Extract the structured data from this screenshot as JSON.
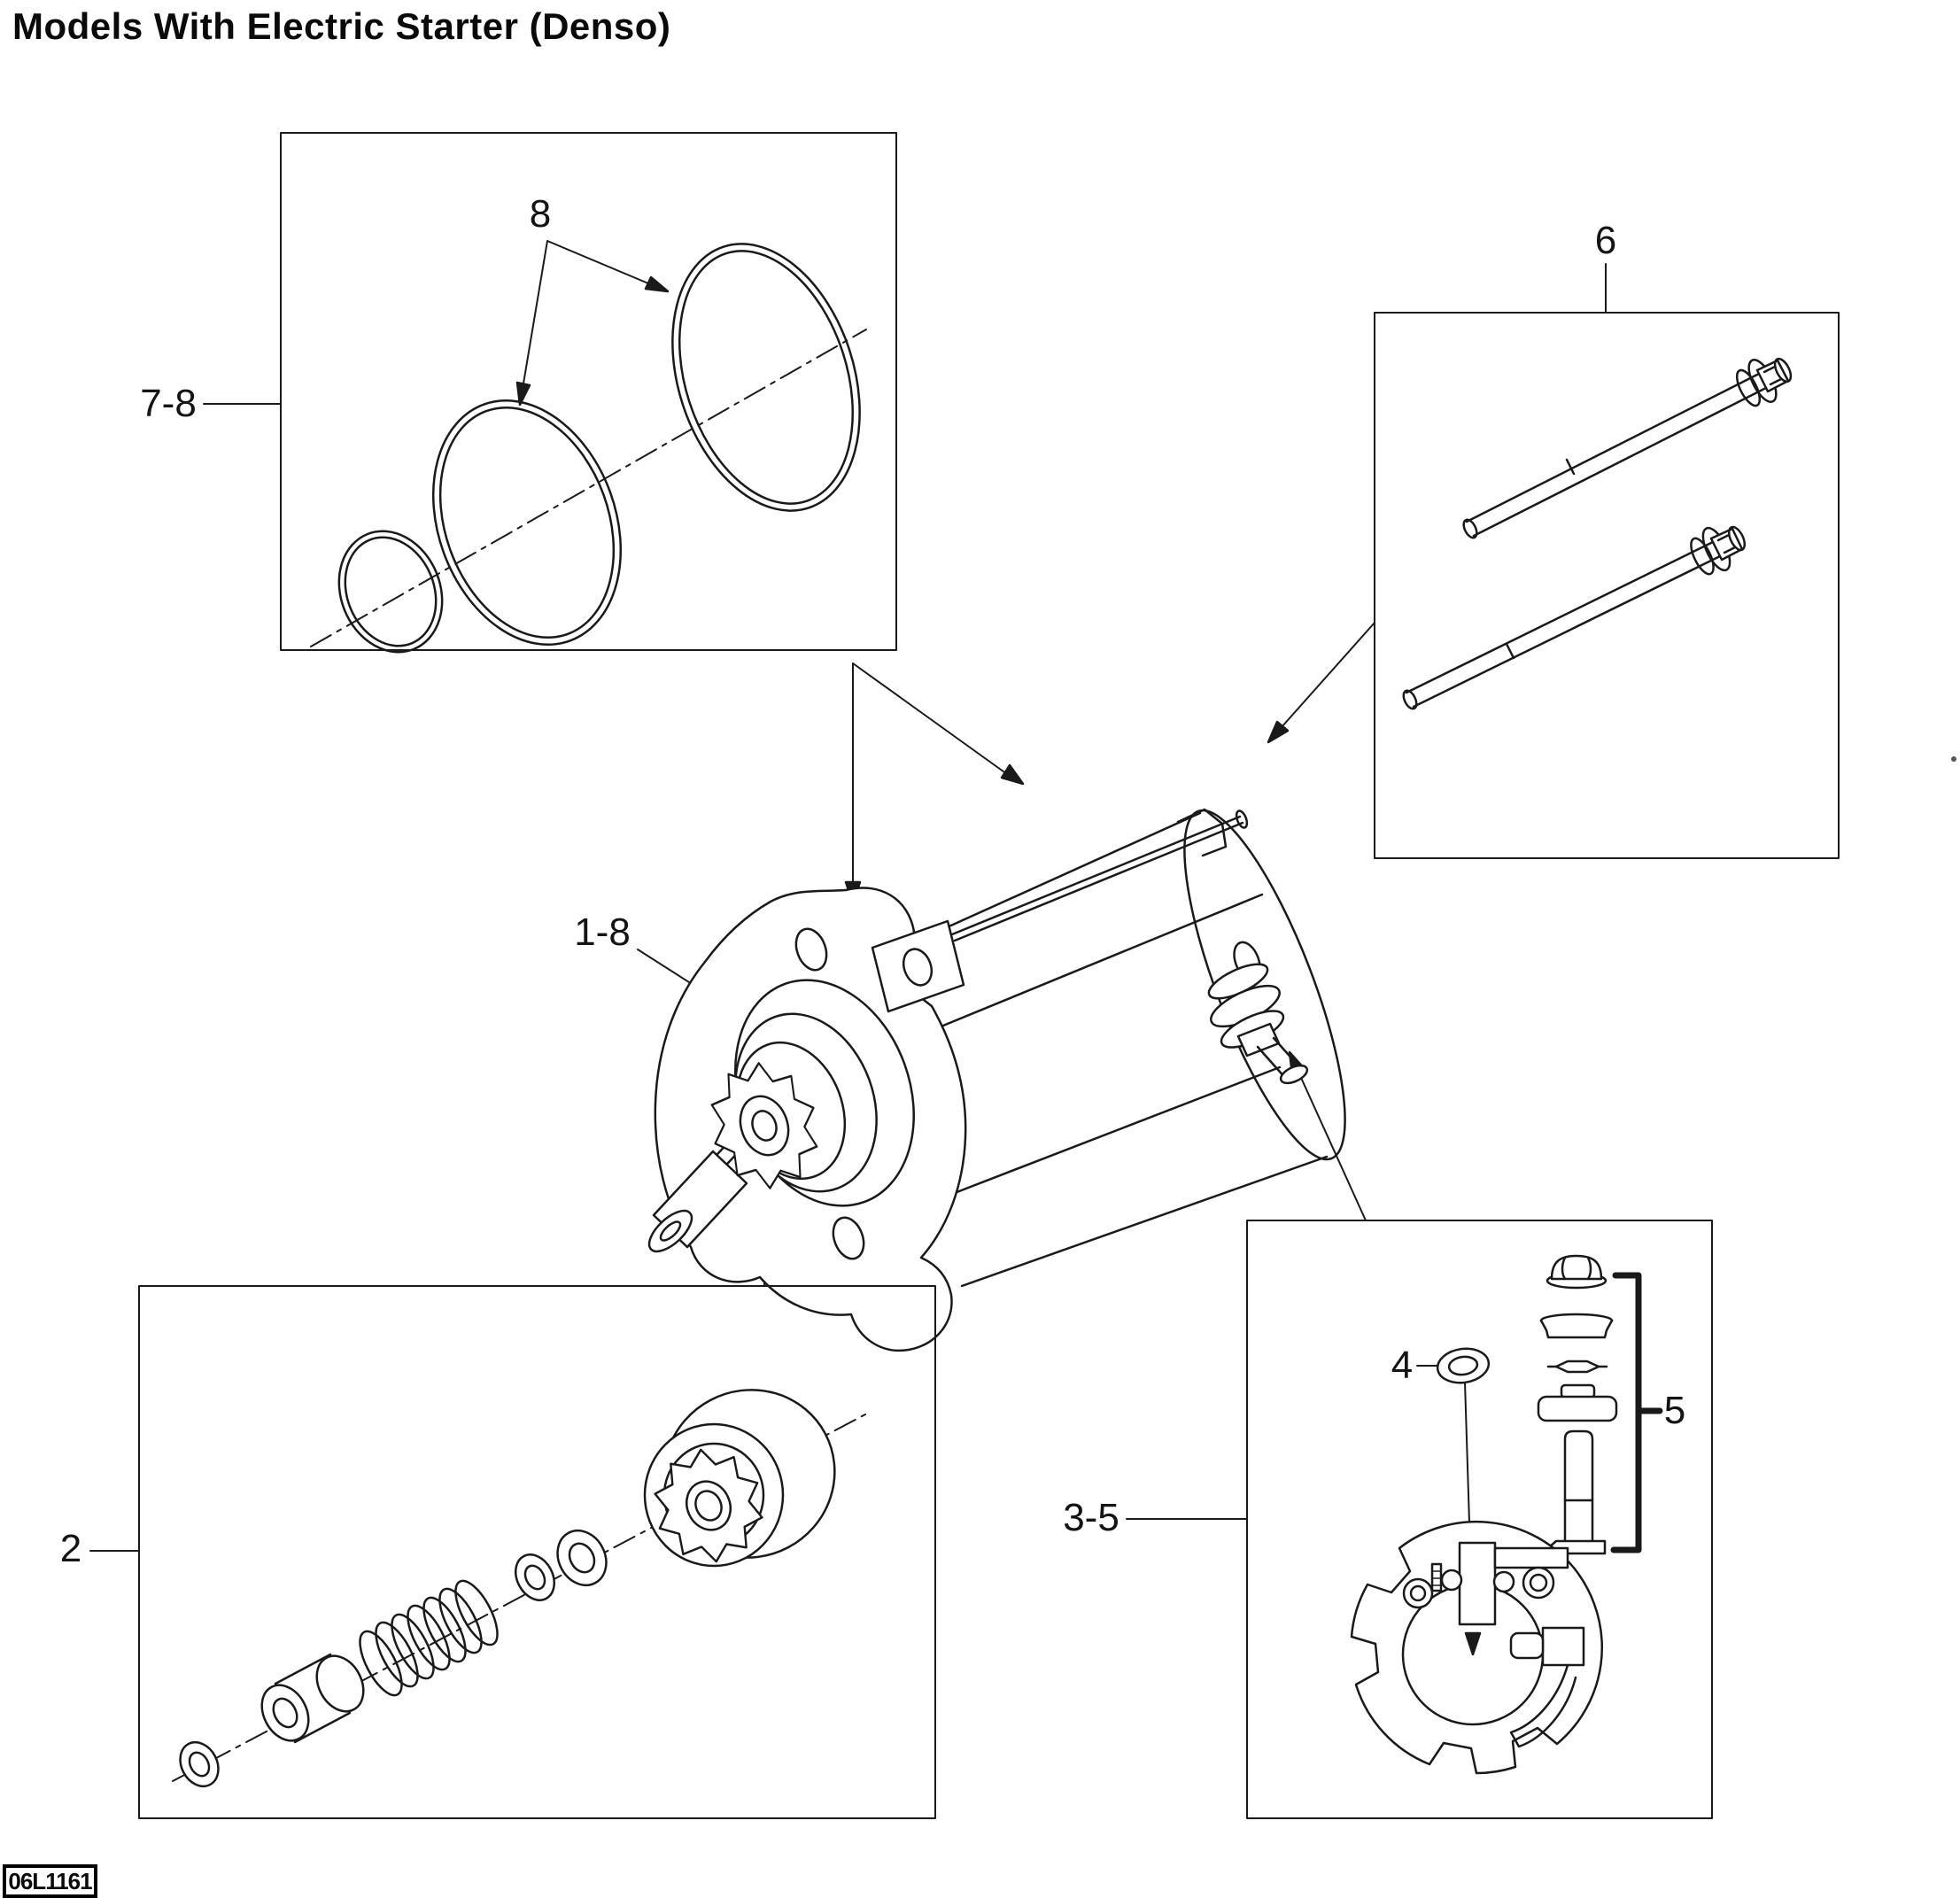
{
  "title": "Models With Electric Starter (Denso)",
  "document_code": "06L1161",
  "stray_mark": ".",
  "callouts": {
    "orings_item": "8",
    "orings_panel": "7-8",
    "mounting_bolts": "6",
    "starter_assembly": "1-8",
    "drive_assembly": "2",
    "brush_holder_panel": "3-5",
    "terminal_oring": "4",
    "terminal_parts": "5"
  },
  "colors": {
    "line": "#1a1a1a",
    "background": "#ffffff"
  }
}
